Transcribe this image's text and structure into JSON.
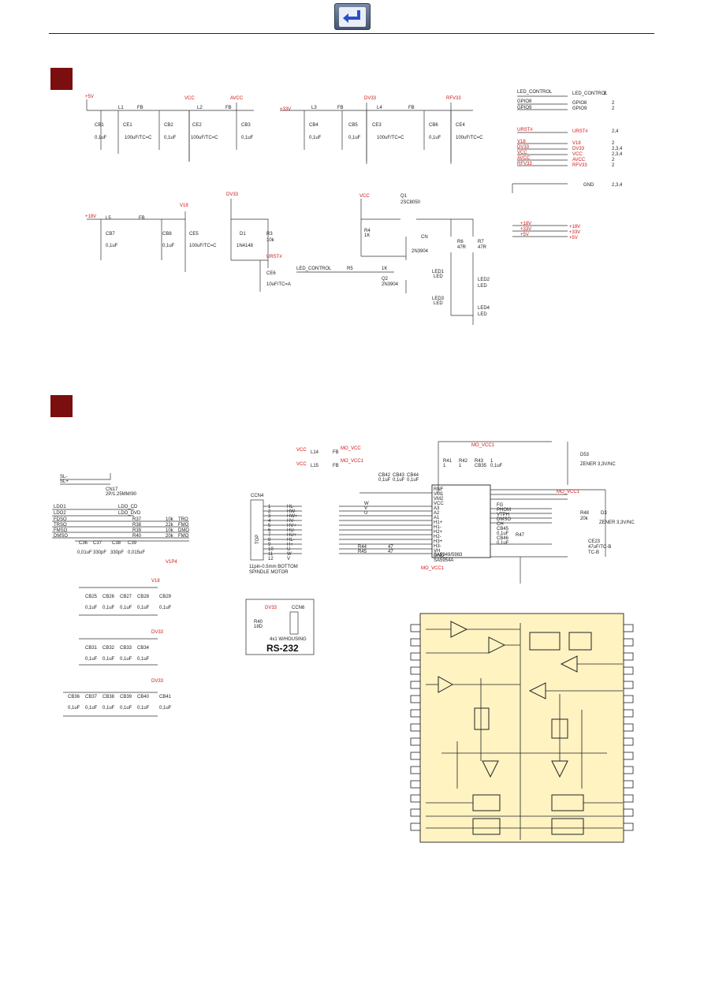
{
  "nav": {
    "back_icon": "undo-arrow-icon",
    "accent": "#2a4fc8"
  },
  "section_marker_color": "#7b0f10",
  "power": {
    "labels": [
      "+5V",
      "L1",
      "FB",
      "VCC",
      "L2",
      "FB",
      "AVCC",
      "+33V",
      "L3",
      "FB",
      "DV33",
      "L4",
      "FB",
      "RFV33"
    ],
    "caps": [
      "CB1",
      "0,1uF",
      "CE1",
      "100uF/TC=C",
      "CB2",
      "0,1uF",
      "CE2",
      "100uF/TC=C",
      "CB3",
      "0,1uF",
      "CB4",
      "0,1uF",
      "CB5",
      "0,1uF",
      "CE3",
      "100uF/TC=C",
      "CB6",
      "0,1uF",
      "CE4",
      "100uF/TC=C"
    ],
    "reg": [
      "+18V",
      "L5",
      "FB",
      "V18",
      "CB7",
      "0,1uF",
      "CB8",
      "0,1uF",
      "CE5",
      "100uF/TC=C",
      "DV33",
      "D1",
      "1N4148",
      "R3",
      "10k",
      "URST#",
      "CE6",
      "10uF/TC=A"
    ],
    "led": [
      "VCC",
      "Q1",
      "2SC8050",
      "R4",
      "1K",
      "CN",
      "2N3904",
      "R6",
      "47R",
      "R7",
      "47R",
      "LED_CONTROL",
      "R5",
      "1K",
      "Q2",
      "2N3904",
      "LED1",
      "LED",
      "LED2",
      "LED",
      "LED3",
      "LED",
      "LED4",
      "LED"
    ]
  },
  "connectors": {
    "top": [
      "LED_CONTROL",
      "LED_CONTROL",
      "2",
      "GPIO8",
      "GPIO8",
      "2",
      "GPIO9",
      "GPIO9",
      "2",
      "URST#",
      "URST#",
      "2,4"
    ],
    "power": [
      {
        "name": "V18",
        "pin": "2"
      },
      {
        "name": "DV33",
        "pin": "2,3,4"
      },
      {
        "name": "VCC",
        "pin": "2,3,4"
      },
      {
        "name": "AVCC",
        "pin": "2"
      },
      {
        "name": "RFV33",
        "pin": "2"
      }
    ],
    "gnd": [
      "GND",
      "2,3,4"
    ],
    "rails": [
      "+18V",
      "+33V",
      "+5V"
    ]
  },
  "motor": {
    "left": [
      "SL-",
      "SL+",
      "CN17",
      "2P/1.25MM/90",
      "LDO1",
      "LDO2",
      "LDO_CD",
      "LDO_DVD",
      "FDSO",
      "TRSO",
      "FMSO",
      "DMSO",
      "R37",
      "R38",
      "R39",
      "R40",
      "10k",
      "22k",
      "10k",
      "20k",
      "TRO",
      "FMO",
      "DMO",
      "FMO",
      "C36",
      "C37",
      "C38",
      "C39",
      "0,01uF",
      "330pF",
      "330pF",
      "0,015uF",
      "V1P4"
    ],
    "cap_rows": [
      {
        "rail": "V18",
        "caps": [
          "CB25",
          "CB26",
          "CB27",
          "CB28",
          "CB29"
        ],
        "val": "0,1uF"
      },
      {
        "rail": "DV33",
        "caps": [
          "CB31",
          "CB32",
          "CB33",
          "CB34"
        ],
        "val": "0,1uF"
      },
      {
        "rail": "DV33",
        "caps": [
          "CB36",
          "CB37",
          "CB38",
          "CB39",
          "CB40",
          "CB41"
        ],
        "val": "0,1uF"
      }
    ],
    "ffc": {
      "name": "CCN4",
      "orient": "TOP",
      "note1": "11pin-0.5mm BOTTOM",
      "note2": "SPINDLE MOTOR",
      "pins": [
        "HL-",
        "HW-",
        "HW+",
        "HV-",
        "HV+",
        "HU-",
        "HU+",
        "HL-",
        "H+",
        "U",
        "W",
        "V"
      ]
    },
    "rs232": {
      "title": "RS-232",
      "conn": "CCN6",
      "labels": [
        "DV33",
        "R40",
        "18D",
        "4x1 W/HOUSING"
      ]
    },
    "driver": {
      "chip": "SA5949/5983",
      "chip2": "SA5954A",
      "mo_vcc": "MO_VCC1",
      "left_labels": [
        "RNF",
        "VM1",
        "VM2",
        "VCC",
        "A3",
        "A2",
        "A1",
        "H1+",
        "H1-",
        "H2+",
        "H2-",
        "H3+",
        "H3-",
        "VH",
        "GND"
      ],
      "right_labels": [
        "FG",
        "PHOM",
        "VTPH",
        "DMSO",
        "CH",
        "CB45",
        "0,1uF",
        "CB46",
        "0,1uF"
      ],
      "top_caps": [
        "CB42",
        "CB43",
        "CB44",
        "0,1uF",
        "0,1uF",
        "0,1uF"
      ],
      "resistors": [
        "R41",
        "R42",
        "R43",
        "1",
        "1",
        "1",
        "CB35",
        "0,1uF"
      ],
      "zener": [
        "D53",
        "ZENER 3,3V/NC",
        "R48",
        "20k",
        "D3",
        "ZENER 3,3V/NC",
        "CE23",
        "47uF/TC-B",
        "TC-B"
      ],
      "filter": [
        "VCC",
        "L14",
        "FB",
        "MO_VCC",
        "VCC",
        "L15",
        "FB",
        "MO_VCC1"
      ],
      "misc": [
        "R47",
        "R44",
        "R45",
        "47",
        "47",
        "W",
        "V",
        "U"
      ]
    }
  },
  "block": {
    "bg": "#fff3c2"
  }
}
